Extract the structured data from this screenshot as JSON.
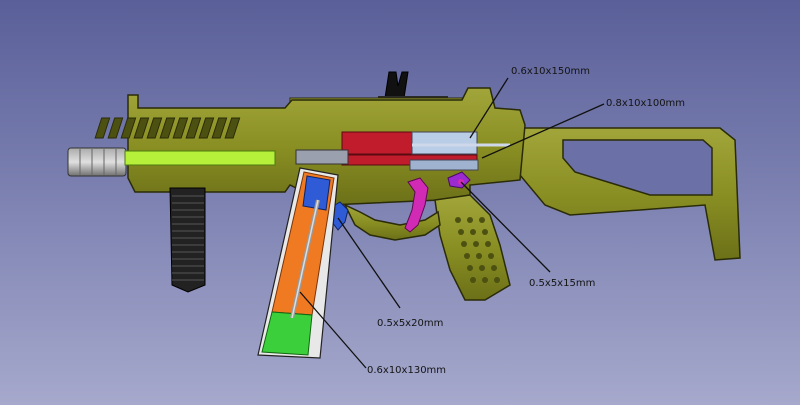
{
  "annotations": [
    {
      "id": "barrel-tube",
      "text": "0.6x10x150mm"
    },
    {
      "id": "recoil-rod",
      "text": "0.8x10x100mm"
    },
    {
      "id": "trigger-pin",
      "text": "0.5x5x15mm"
    },
    {
      "id": "release-spring",
      "text": "0.5x5x20mm"
    },
    {
      "id": "magazine-spring",
      "text": "0.6x10x130mm"
    }
  ],
  "colors": {
    "body": "#8a8f23",
    "body_dark": "#3a3c0c",
    "barrel_tube": "#b7f03a",
    "bolt_red": "#c01c2b",
    "bolt_light": "#b9cde6",
    "trigger": "#d12bb5",
    "mag_blue": "#2f5bd6",
    "mag_orange": "#f07a22",
    "mag_green": "#3ccf3c",
    "background_top": "#5a5f99",
    "background_bottom": "#a6a9cc"
  }
}
